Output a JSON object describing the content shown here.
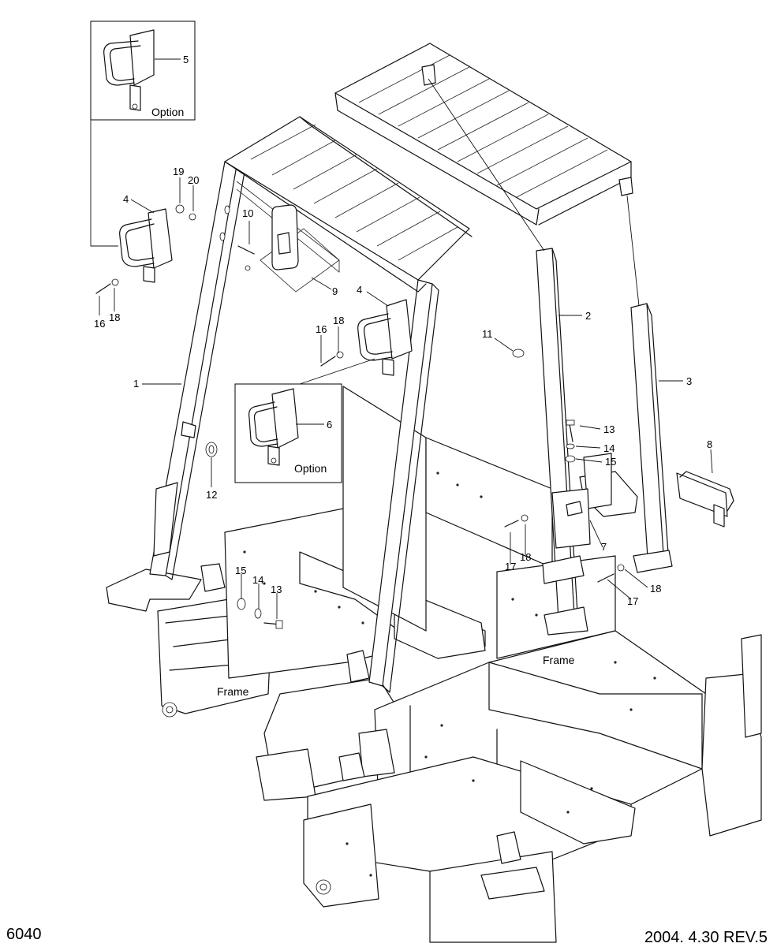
{
  "callouts": {
    "c1": "1",
    "c2": "2",
    "c3": "3",
    "c4a": "4",
    "c4b": "4",
    "c5": "5",
    "c6": "6",
    "c7": "7",
    "c8": "8",
    "c9": "9",
    "c10": "10",
    "c11": "11",
    "c12": "12",
    "c13a": "13",
    "c13b": "13",
    "c14a": "14",
    "c14b": "14",
    "c15a": "15",
    "c15b": "15",
    "c16a": "16",
    "c16b": "16",
    "c17a": "17",
    "c17b": "17",
    "c18a": "18",
    "c18b": "18",
    "c18c": "18",
    "c18d": "18",
    "c19": "19",
    "c20": "20"
  },
  "labels": {
    "option_top": "Option",
    "option_mid": "Option",
    "frame_left": "Frame",
    "frame_right": "Frame"
  },
  "footer": {
    "sheet_number": "6040",
    "revision": "2004. 4.30 REV.5"
  }
}
